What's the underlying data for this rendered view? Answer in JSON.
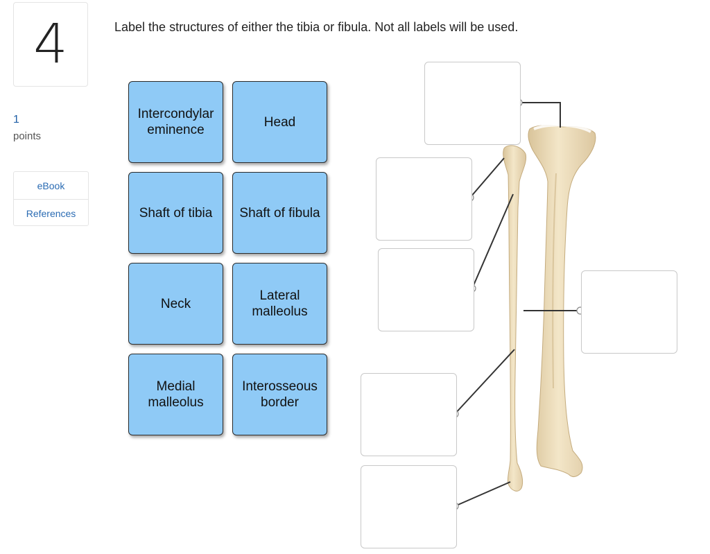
{
  "question": {
    "number": "4",
    "points_value": "1",
    "points_label": "points"
  },
  "side_buttons": {
    "ebook": "eBook",
    "references": "References"
  },
  "instructions": "Label the structures of either the tibia or fibula. Not all labels will be used.",
  "labels": [
    "Intercondylar eminence",
    "Head",
    "Shaft of tibia",
    "Shaft of fibula",
    "Neck",
    "Lateral malleolus",
    "Medial malleolus",
    "Interosseous border"
  ],
  "drop_zone_count": 6,
  "colors": {
    "tile": "#8fcaf6",
    "link": "#2a6bb3",
    "bone": "#efe0bd",
    "leader": "#333333"
  }
}
